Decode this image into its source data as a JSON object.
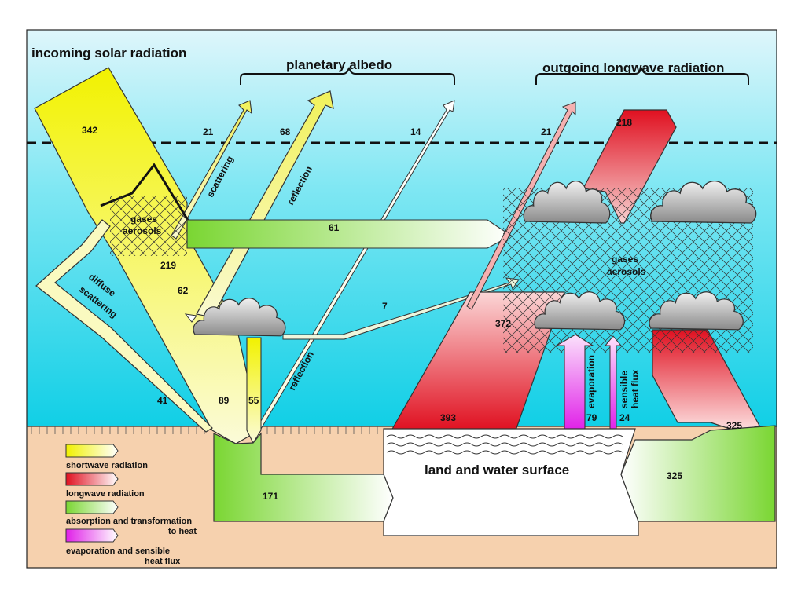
{
  "titles": {
    "incoming": "incoming solar radiation",
    "albedo": "planetary albedo",
    "outgoing": "outgoing longwave radiation"
  },
  "labels": {
    "scattering": "scattering",
    "reflection_upper": "reflection",
    "reflection_lower": "reflection",
    "diffuse_1": "diffuse",
    "diffuse_2": "scattering",
    "gases_left_1": "gases",
    "gases_left_2": "aerosols",
    "gases_right_1": "gases",
    "gases_right_2": "aerosols",
    "evaporation": "evaporation",
    "sensible_1": "sensible",
    "sensible_2": "heat flux",
    "surface": "land and water surface"
  },
  "values": {
    "incoming": "342",
    "scatter_out": "21",
    "reflect_out": "68",
    "surface_reflect_out": "14",
    "atmos_absorb": "61",
    "after_gases": "219",
    "to_cloud": "62",
    "cloud_absorb": "7",
    "diffuse_down": "41",
    "direct_down": "89",
    "cloud_down": "55",
    "window_out": "21",
    "atmos_out": "218",
    "back_radiation": "372",
    "surface_emission": "393",
    "evaporation": "79",
    "sensible": "24",
    "right_small": "325",
    "right_box": "325",
    "absorbed": "171"
  },
  "legend": {
    "shortwave": "shortwave radiation",
    "longwave": "longwave radiation",
    "absorption_1": "absorption and transformation",
    "absorption_2": "to heat",
    "evap_1": "evaporation and sensible",
    "evap_2": "heat flux"
  },
  "colors": {
    "space": "#cfeffa",
    "atmosphere": "#33ddee",
    "ground": "#f4c8a0",
    "shortwave": "#f5f500",
    "longwave": "#e8101a",
    "absorption": "#88e830",
    "evap": "#e030e8"
  }
}
